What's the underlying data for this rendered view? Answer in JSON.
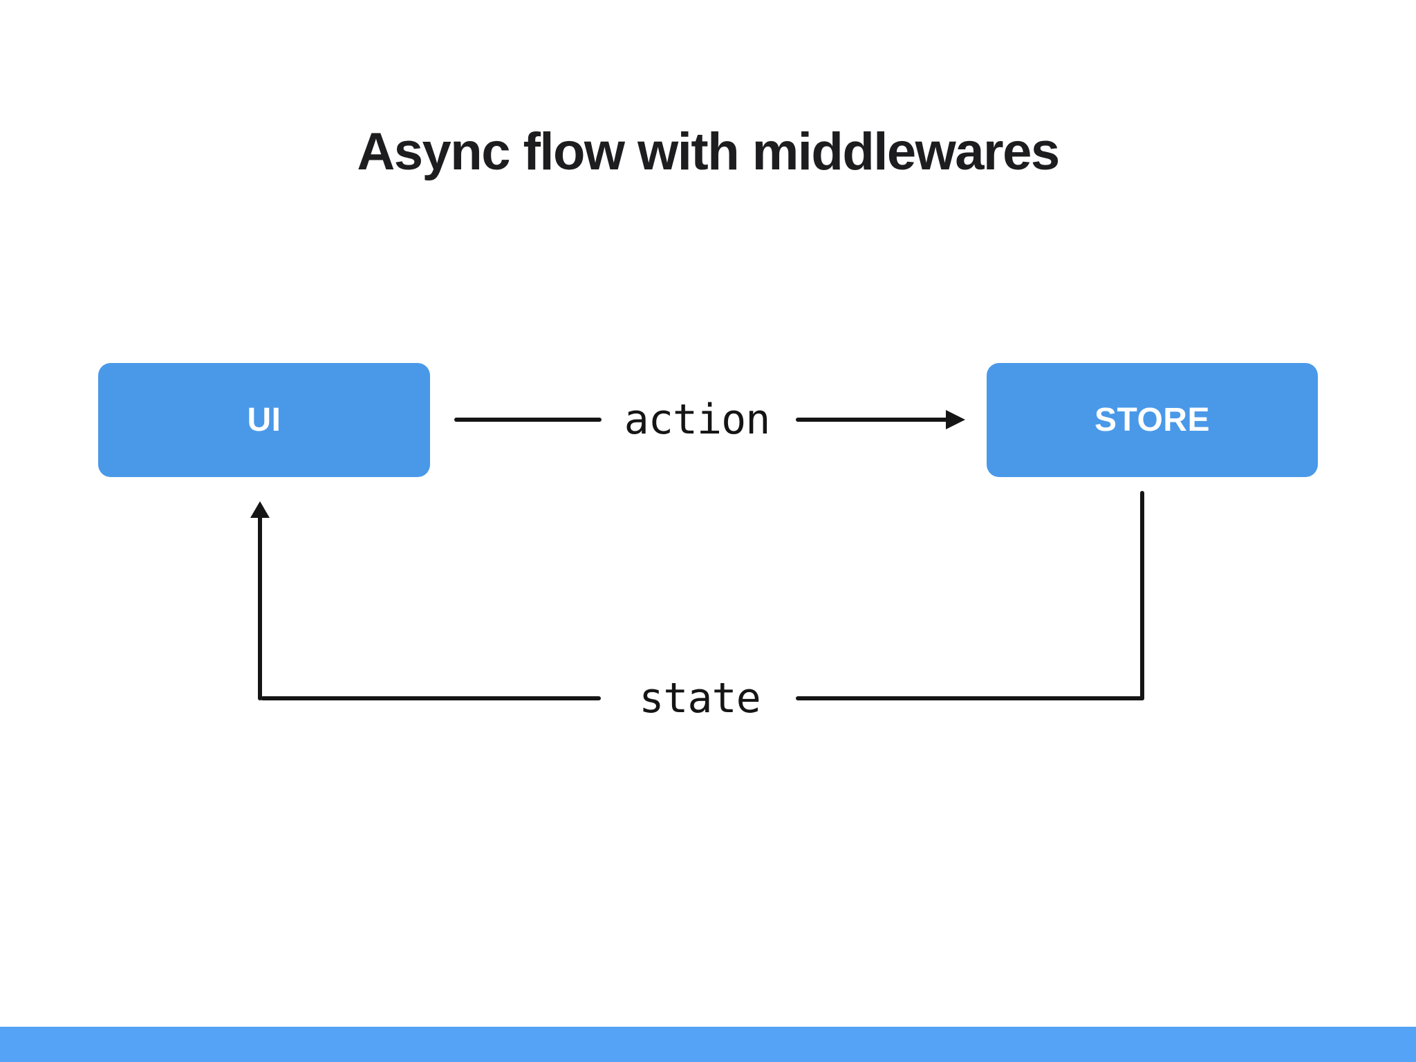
{
  "title": "Async flow with middlewares",
  "diagram": {
    "nodes": [
      {
        "id": "ui",
        "label": "UI"
      },
      {
        "id": "store",
        "label": "STORE"
      }
    ],
    "edges": [
      {
        "id": "action",
        "from": "ui",
        "to": "store",
        "label": "action",
        "direction": "left-to-right"
      },
      {
        "id": "state",
        "from": "store",
        "to": "ui",
        "label": "state",
        "direction": "down-left-up"
      }
    ]
  },
  "colors": {
    "background": "#ffffff",
    "title_text": "#1d1d1f",
    "node_fill": "#4a99e9",
    "node_text": "#ffffff",
    "line": "#151515",
    "footer_bar": "#55a3f7"
  }
}
